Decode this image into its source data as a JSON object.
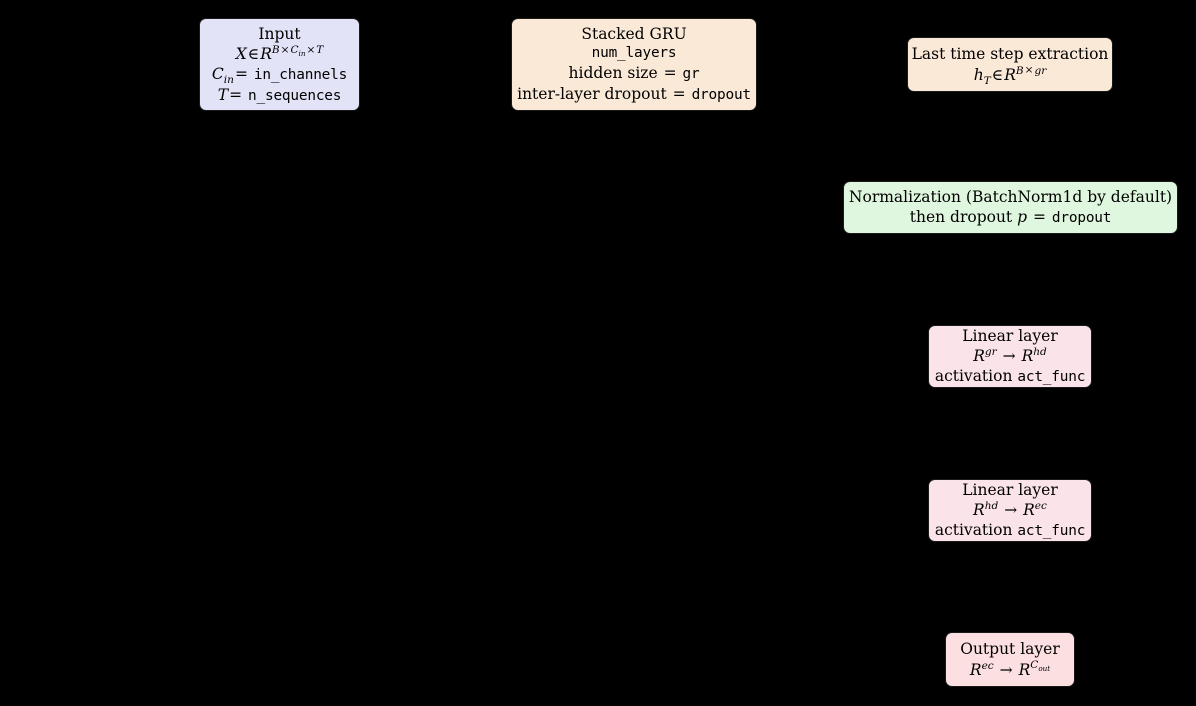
{
  "diagram": {
    "title": "GRU model architecture flow diagram",
    "background_color": "#000000",
    "nodes": {
      "input": {
        "name": "Input",
        "fill_color": "#e3e3f8",
        "line1": "Input",
        "line2_prefix": "X",
        "line2_in": "∈",
        "line2_space": "R",
        "line2_exp_b": "B",
        "line2_exp_times1": "×",
        "line2_exp_c": "C",
        "line2_exp_csub": "in",
        "line2_exp_times2": "×",
        "line2_exp_t": "T",
        "line3_var": "C",
        "line3_sub": "in",
        "line3_eq": "=",
        "line3_tt": "in_channels",
        "line4_var": "T",
        "line4_eq": "=",
        "line4_tt": "n_sequences"
      },
      "stacked_gru": {
        "name": "Stacked GRU",
        "fill_color": "#fbe9d8",
        "line1": "Stacked GRU",
        "line2_tt": "num_layers",
        "line3_text": "hidden size",
        "line3_eq": "=",
        "line3_tt": "gr",
        "line4_text": "inter-layer dropout",
        "line4_eq": "=",
        "line4_tt": "dropout"
      },
      "last_time_step": {
        "name": "Last time step extraction",
        "fill_color": "#fbe9d8",
        "line1": "Last time step extraction",
        "line2_var": "h",
        "line2_sub": "T",
        "line2_in": "∈",
        "line2_r": "R",
        "line2_exp_b": "B",
        "line2_exp_times": "×",
        "line2_exp_gr": "gr"
      },
      "normalization": {
        "name": "Normalization",
        "fill_color": "#e0f7df",
        "line1": "Normalization (BatchNorm1d by default)",
        "line2_text": "then dropout",
        "line2_var": "p",
        "line2_eq": "=",
        "line2_tt": "dropout"
      },
      "linear1": {
        "name": "Linear layer gr to hd",
        "fill_color": "#fae4ea",
        "line1": "Linear layer",
        "line2_r1": "R",
        "line2_exp1": "gr",
        "line2_arrow": "→",
        "line2_r2": "R",
        "line2_exp2": "hd",
        "line3_text": "activation",
        "line3_tt": "act_func"
      },
      "linear2": {
        "name": "Linear layer hd to ec",
        "fill_color": "#fae4ea",
        "line1": "Linear layer",
        "line2_r1": "R",
        "line2_exp1": "hd",
        "line2_arrow": "→",
        "line2_r2": "R",
        "line2_exp2": "ec",
        "line3_text": "activation",
        "line3_tt": "act_func"
      },
      "output": {
        "name": "Output layer",
        "fill_color": "#fcdfe0",
        "line1": "Output layer",
        "line2_r1": "R",
        "line2_exp1": "ec",
        "line2_arrow": "→",
        "line2_r2": "R",
        "line2_exp2": "C",
        "line2_exp2_sub": "out"
      }
    }
  }
}
